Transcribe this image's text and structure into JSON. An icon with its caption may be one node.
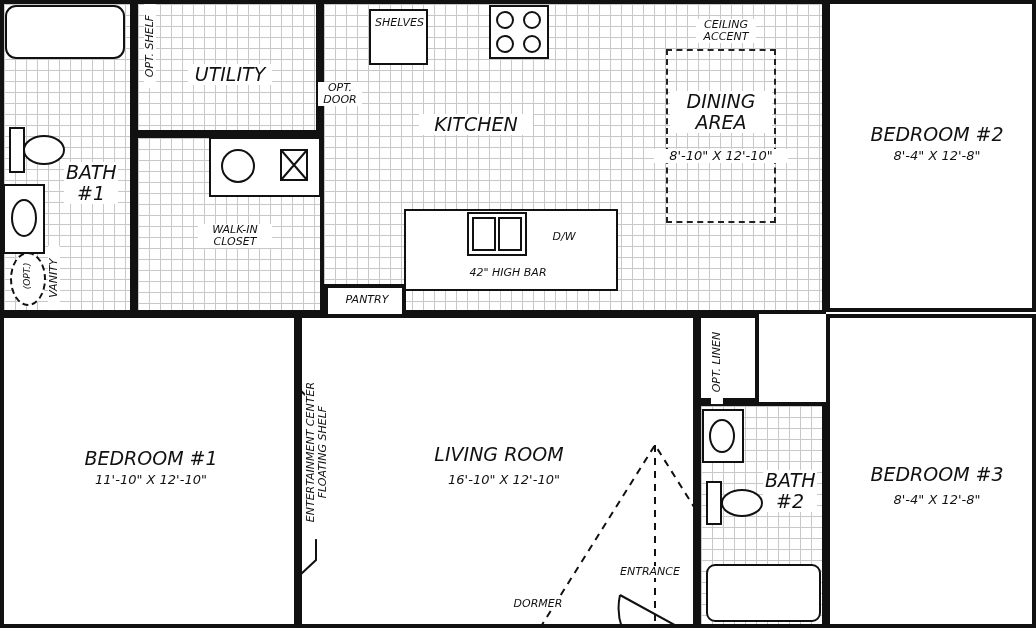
{
  "diagram": {
    "nodes": [
      {
        "text": [
          "UTILITY"
        ]
      },
      {
        "text": [
          "KITCHEN"
        ]
      },
      {
        "text": [
          "SHELVES"
        ],
        "in": 1
      },
      {
        "text": [
          "DINING AREA",
          "8'-10\" X 12'-10\""
        ],
        "in": 1,
        "beside": [
          "CEILING ACCENT"
        ]
      },
      {
        "text": [
          "BEDROOM #2",
          "8'-4\" X 12'-8\""
        ]
      },
      {
        "text": [
          "BATH #1"
        ]
      },
      {
        "text": [
          "(OPT.)"
        ],
        "in": 5
      },
      {
        "text": [
          "WALK-IN CLOSET"
        ]
      },
      {
        "text": [
          "D/W",
          "42\" HIGH BAR"
        ],
        "in": 1
      },
      {
        "text": [
          "PANTRY"
        ],
        "in": 1
      },
      {
        "text": [
          "BEDROOM #1",
          "11'-10\" X 12'-10\""
        ]
      },
      {
        "text": [
          "LIVING ROOM",
          "16'-10\" X 12'-10\""
        ]
      },
      {
        "text": [
          "OPT. LINEN"
        ]
      },
      {
        "text": [
          "BATH #2"
        ]
      },
      {
        "text": [
          "BEDROOM #3",
          "8'-4\" X 12'-8\""
        ]
      }
    ],
    "labels": [
      "OPT. SHELF",
      "OPT. DOOR",
      "VANITY",
      "ENTERTAINMENT CENTER FLOATING SHELF",
      "ENTRANCE",
      "DORMER"
    ]
  }
}
